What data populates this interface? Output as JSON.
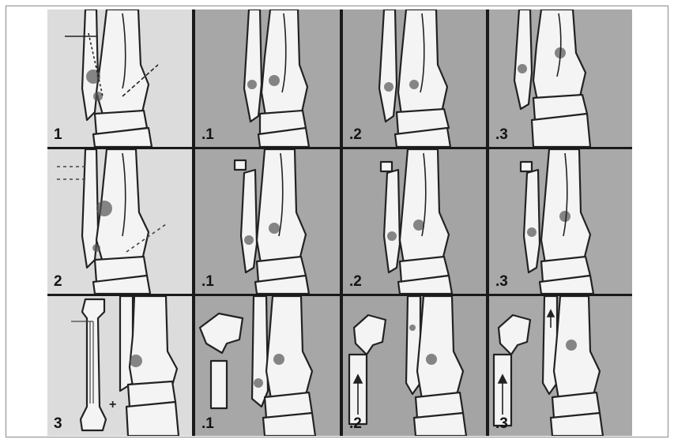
{
  "panels": [
    {
      "label": "1"
    },
    {
      "label": ".1"
    },
    {
      "label": ".2"
    },
    {
      "label": ".3"
    },
    {
      "label": "2"
    },
    {
      "label": ".1"
    },
    {
      "label": ".2"
    },
    {
      "label": ".3"
    },
    {
      "label": "3"
    },
    {
      "label": ".1"
    },
    {
      "label": ".2"
    },
    {
      "label": ".3"
    }
  ]
}
